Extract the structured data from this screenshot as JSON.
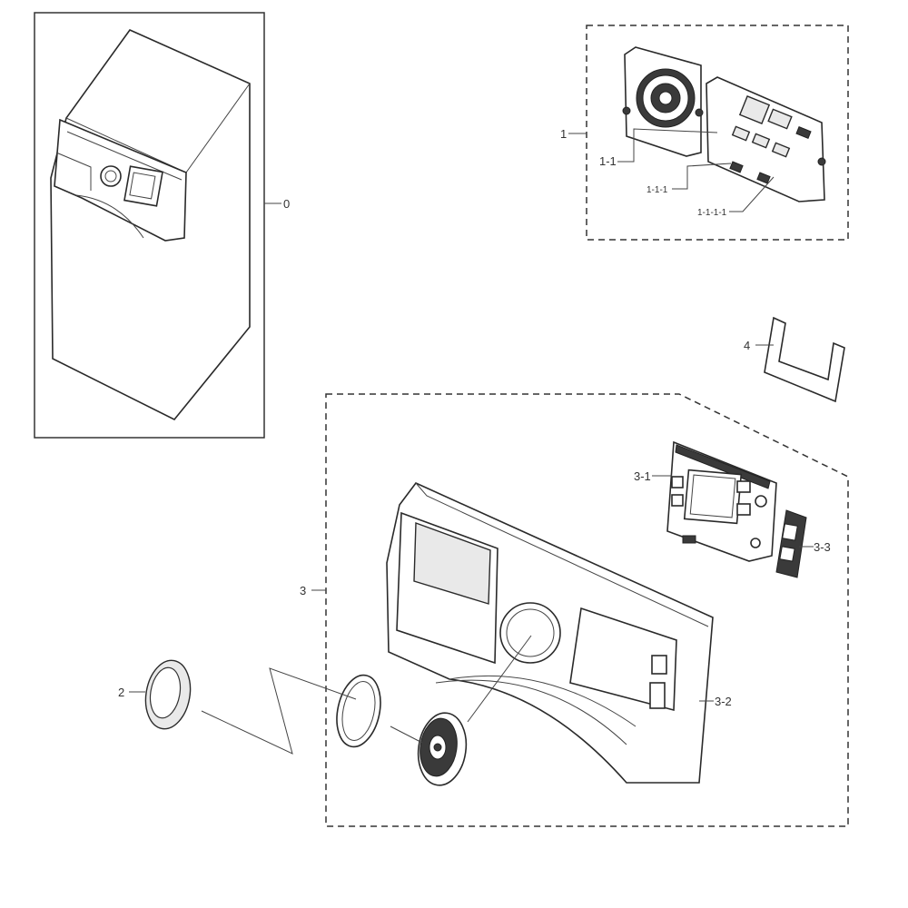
{
  "diagram": {
    "labels": {
      "p0": "0",
      "p1": "1",
      "p1_1": "1-1",
      "p1_1_1": "1-1-1",
      "p1_1_1_1": "1-1-1-1",
      "p2": "2",
      "p3": "3",
      "p3_1": "3-1",
      "p3_2": "3-2",
      "p3_3": "3-3",
      "p4": "4"
    }
  }
}
